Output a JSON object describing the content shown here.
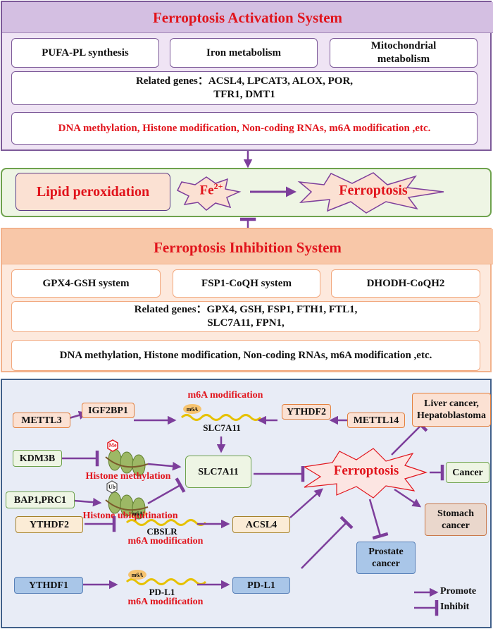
{
  "activation": {
    "title": "Ferroptosis Activation System",
    "boxes": [
      "PUFA-PL synthesis",
      "Iron metabolism",
      "Mitochondrial metabolism"
    ],
    "genes_line1": "Related genes：ACSL4, LPCAT3, ALOX, POR,",
    "genes_line2": "TFR1, DMT1",
    "regulation": "DNA methylation, Histone modification, Non-coding RNAs, m6A modification ,etc."
  },
  "middle": {
    "lipid": "Lipid peroxidation",
    "fe": "Fe",
    "fe_sup": "2+",
    "ferroptosis": "Ferroptosis"
  },
  "inhibition": {
    "title": "Ferroptosis Inhibition System",
    "boxes": [
      "GPX4-GSH system",
      "FSP1-CoQH system",
      "DHODH-CoQH2"
    ],
    "genes_line1": "Related genes：GPX4, GSH, FSP1, FTH1, FTL1,",
    "genes_line2": "SLC7A11, FPN1,",
    "regulation": "DNA methylation, Histone modification, Non-coding RNAs, m6A modification ,etc."
  },
  "network": {
    "m6a_top": "m6A modification",
    "m6a_tag": "m6A",
    "slc7a11_mrna": "SLC7A11",
    "slc7a11": "SLC7A11",
    "mettl3": "METTL3",
    "igf2bp1": "IGF2BP1",
    "ythdf2_top": "YTHDF2",
    "mettl14": "METTL14",
    "kdm3b": "KDM3B",
    "me_tag": "Me",
    "histone_methylation": "Histone methylation",
    "bap1": "BAP1,PRC1",
    "ub_tag": "Ub",
    "histone_ubiquitination": "Histone ubiquitination",
    "ythdf2_bottom": "YTHDF2",
    "cbslr": "CBSLR",
    "m6a_cbslr": "m6A modification",
    "acsl4": "ACSL4",
    "ythdf1": "YTHDF1",
    "pdl1_mrna": "PD-L1",
    "m6a_pdl1": "m6A modification",
    "pdl1": "PD-L1",
    "ferroptosis": "Ferroptosis",
    "liver_cancer": "Liver cancer, Hepatoblastoma",
    "cancer": "Cancer",
    "stomach_cancer": "Stomach cancer",
    "prostate_cancer": "Prostate cancer"
  },
  "legend": {
    "promote": "Promote",
    "inhibit": "Inhibit"
  },
  "colors": {
    "red": "#e1141c",
    "arrow": "#7d3e9b",
    "purple_border": "#7d5a99"
  }
}
